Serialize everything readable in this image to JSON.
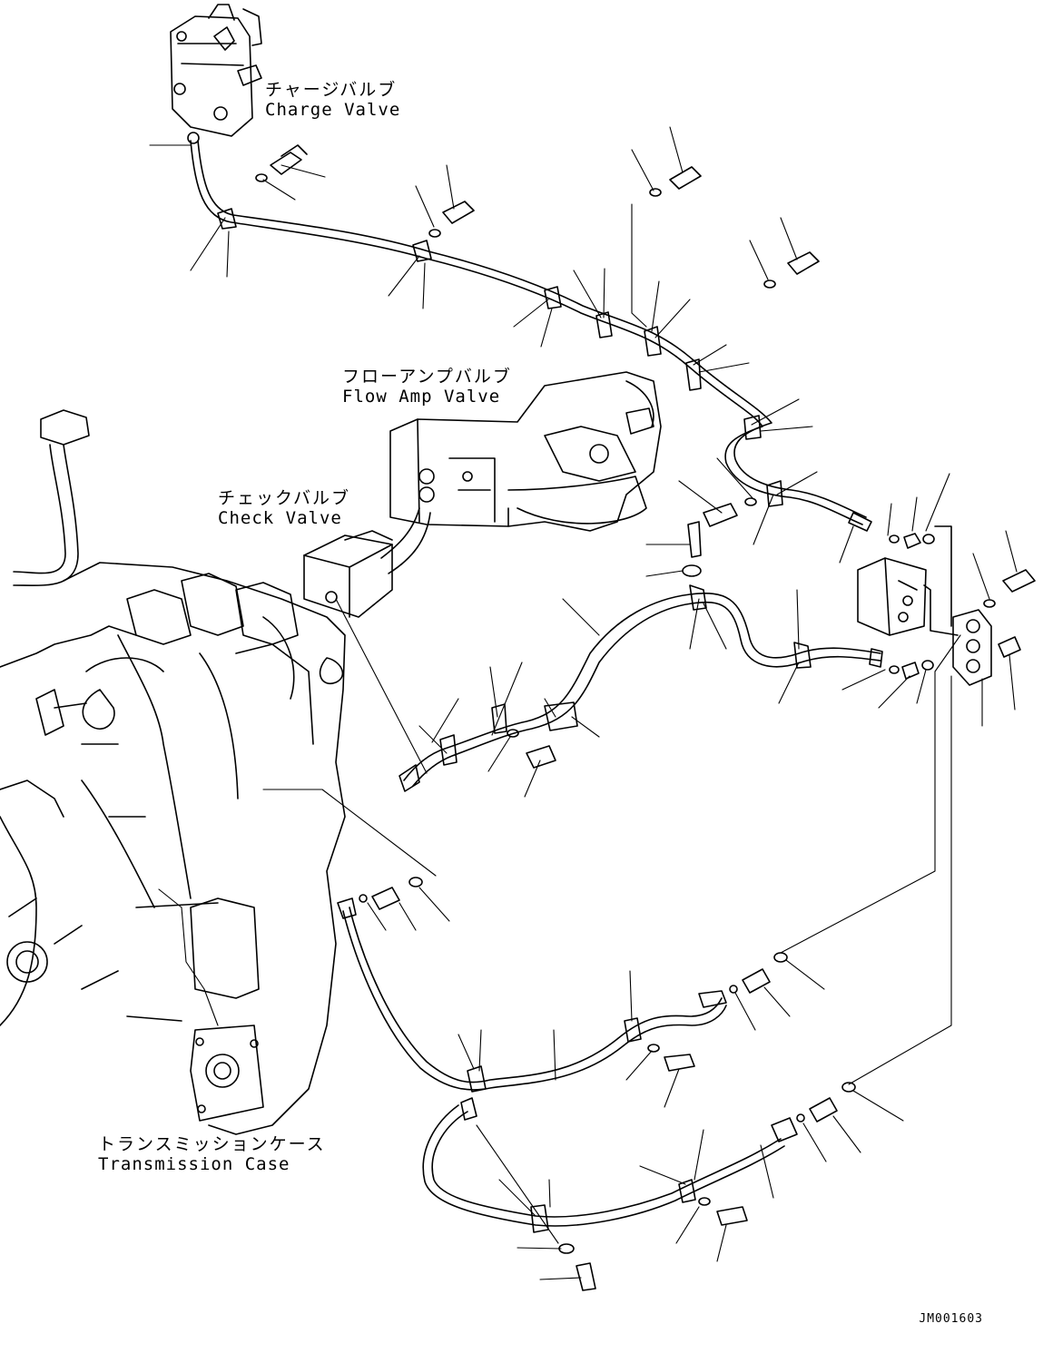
{
  "labels": {
    "charge_valve": {
      "jp": "チャージバルブ",
      "en": "Charge Valve"
    },
    "flow_amp_valve": {
      "jp": "フローアンプバルブ",
      "en": "Flow Amp Valve"
    },
    "check_valve": {
      "jp": "チェックバルブ",
      "en": "Check Valve"
    },
    "transmission_case": {
      "jp": "トランスミッションケース",
      "en": "Transmission Case"
    }
  },
  "drawing_code": "JM001603",
  "colors": {
    "line": "#000000",
    "background": "#ffffff"
  }
}
